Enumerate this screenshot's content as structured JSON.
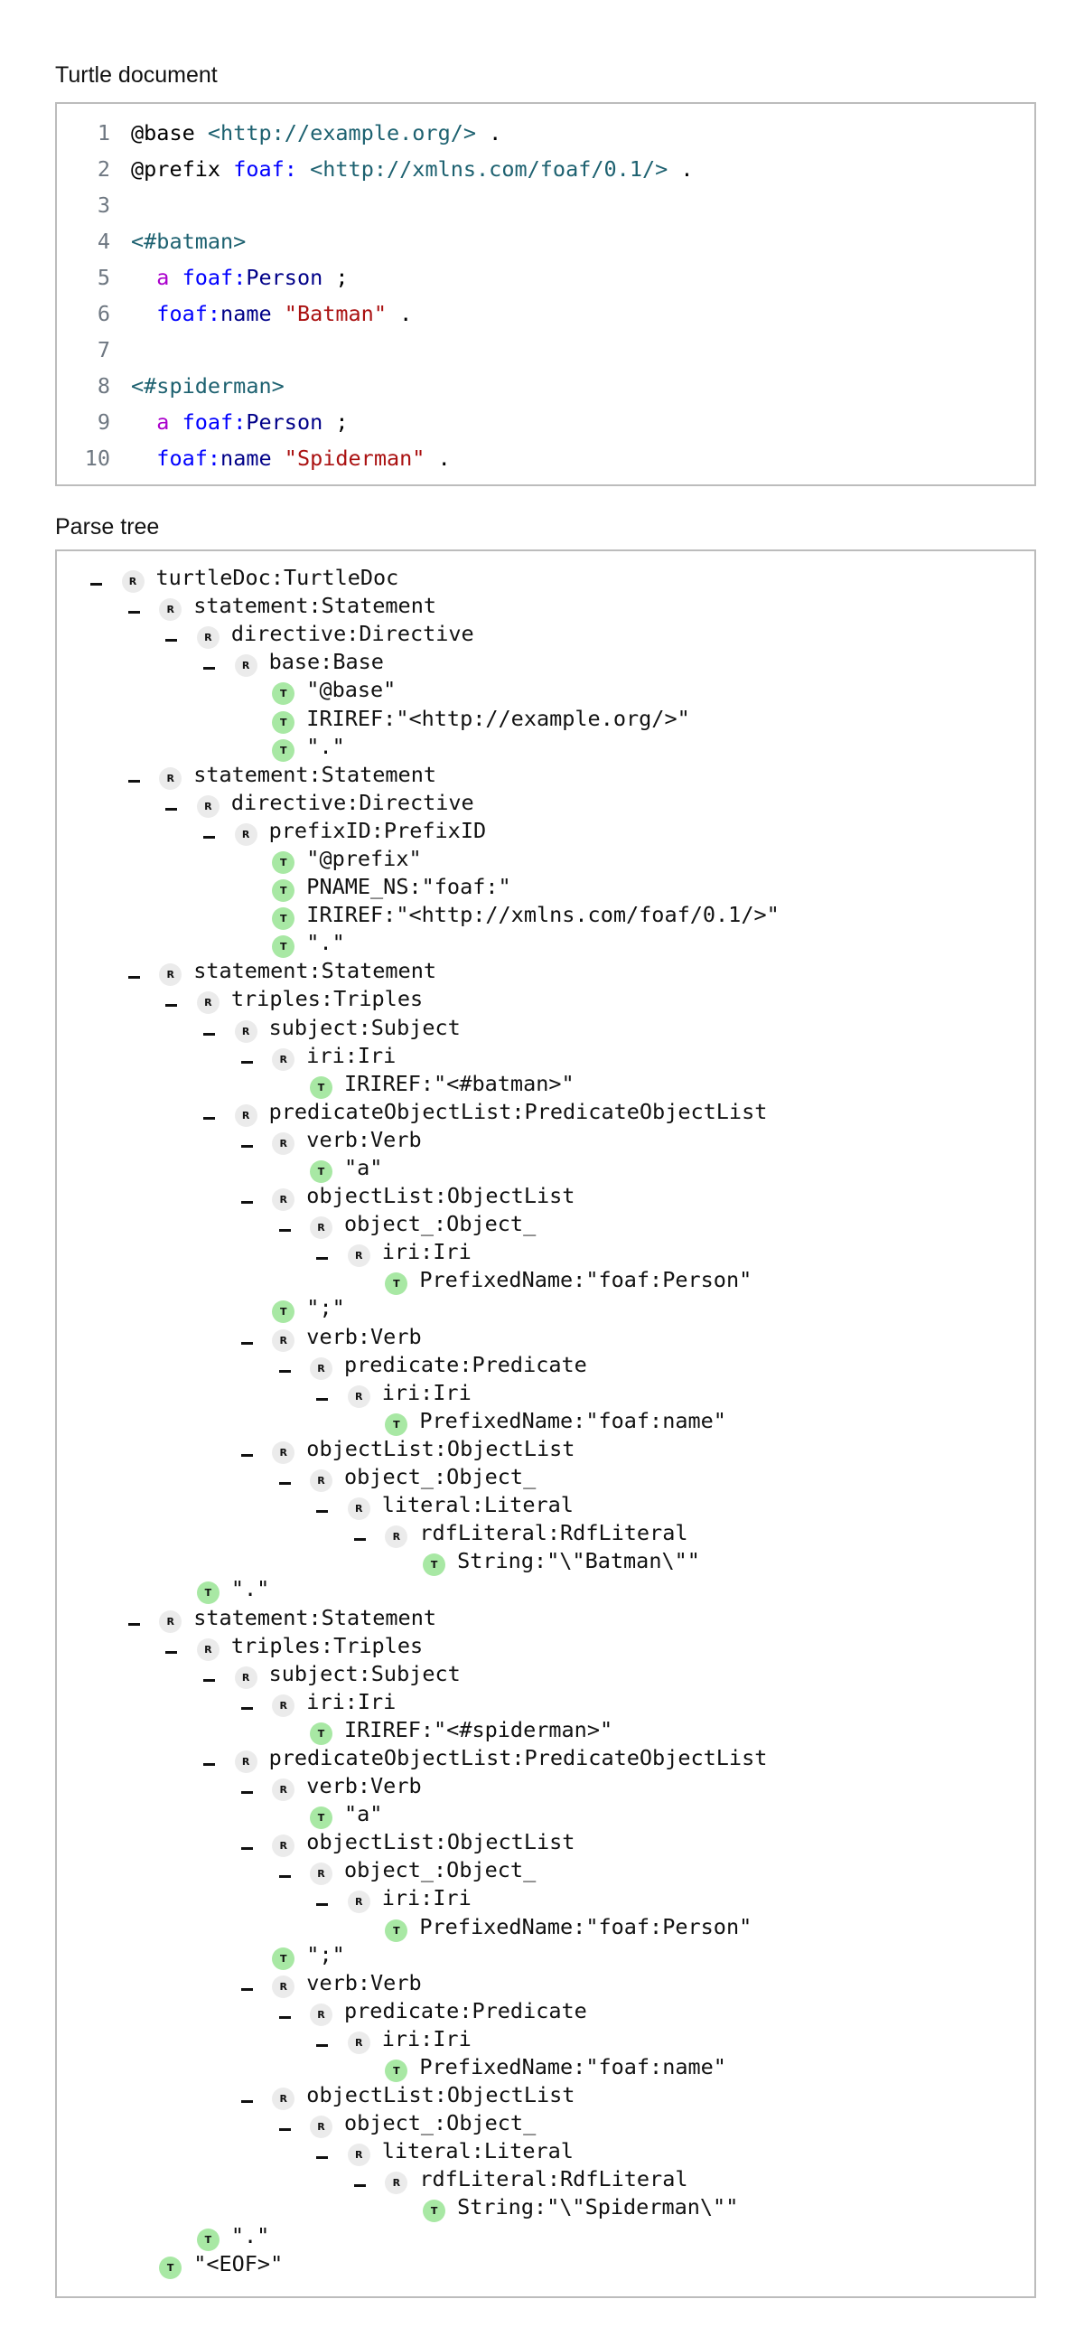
{
  "sections": {
    "turtle_title": "Turtle document",
    "tree_title": "Parse tree"
  },
  "colors": {
    "rule_badge": "#ebebeb",
    "terminal_badge": "#a8e8a4",
    "border": "#bcbcbc"
  },
  "code_lines": [
    {
      "n": "1",
      "tokens": [
        {
          "t": "@base",
          "c": "plain"
        },
        {
          "t": " ",
          "c": "plain"
        },
        {
          "t": "<http://example.org/>",
          "c": "url"
        },
        {
          "t": " .",
          "c": "plain"
        }
      ]
    },
    {
      "n": "2",
      "tokens": [
        {
          "t": "@prefix",
          "c": "plain"
        },
        {
          "t": " ",
          "c": "plain"
        },
        {
          "t": "foaf:",
          "c": "ns"
        },
        {
          "t": " ",
          "c": "plain"
        },
        {
          "t": "<http://xmlns.com/foaf/0.1/>",
          "c": "url"
        },
        {
          "t": " .",
          "c": "plain"
        }
      ]
    },
    {
      "n": "3",
      "tokens": []
    },
    {
      "n": "4",
      "tokens": [
        {
          "t": "<#batman>",
          "c": "url"
        }
      ]
    },
    {
      "n": "5",
      "tokens": [
        {
          "t": "  ",
          "c": "plain"
        },
        {
          "t": "a",
          "c": "kw"
        },
        {
          "t": " ",
          "c": "plain"
        },
        {
          "t": "foaf:",
          "c": "ns"
        },
        {
          "t": "Person",
          "c": "local"
        },
        {
          "t": " ;",
          "c": "plain"
        }
      ]
    },
    {
      "n": "6",
      "tokens": [
        {
          "t": "  ",
          "c": "plain"
        },
        {
          "t": "foaf:",
          "c": "ns"
        },
        {
          "t": "name",
          "c": "local"
        },
        {
          "t": " ",
          "c": "plain"
        },
        {
          "t": "\"Batman\"",
          "c": "str"
        },
        {
          "t": " .",
          "c": "plain"
        }
      ]
    },
    {
      "n": "7",
      "tokens": []
    },
    {
      "n": "8",
      "tokens": [
        {
          "t": "<#spiderman>",
          "c": "url"
        }
      ]
    },
    {
      "n": "9",
      "tokens": [
        {
          "t": "  ",
          "c": "plain"
        },
        {
          "t": "a",
          "c": "kw"
        },
        {
          "t": " ",
          "c": "plain"
        },
        {
          "t": "foaf:",
          "c": "ns"
        },
        {
          "t": "Person",
          "c": "local"
        },
        {
          "t": " ;",
          "c": "plain"
        }
      ]
    },
    {
      "n": "10",
      "tokens": [
        {
          "t": "  ",
          "c": "plain"
        },
        {
          "t": "foaf:",
          "c": "ns"
        },
        {
          "t": "name",
          "c": "local"
        },
        {
          "t": " ",
          "c": "plain"
        },
        {
          "t": "\"Spiderman\"",
          "c": "str"
        },
        {
          "t": " .",
          "c": "plain"
        }
      ]
    }
  ],
  "tree": [
    {
      "k": "R",
      "d": 0,
      "label": "turtleDoc:TurtleDoc"
    },
    {
      "k": "R",
      "d": 1,
      "label": "statement:Statement"
    },
    {
      "k": "R",
      "d": 2,
      "label": "directive:Directive"
    },
    {
      "k": "R",
      "d": 3,
      "label": "base:Base"
    },
    {
      "k": "T",
      "d": 4,
      "label": "\"@base\""
    },
    {
      "k": "T",
      "d": 4,
      "label": "IRIREF:\"<http://example.org/>\""
    },
    {
      "k": "T",
      "d": 4,
      "label": "\".\""
    },
    {
      "k": "R",
      "d": 1,
      "label": "statement:Statement"
    },
    {
      "k": "R",
      "d": 2,
      "label": "directive:Directive"
    },
    {
      "k": "R",
      "d": 3,
      "label": "prefixID:PrefixID"
    },
    {
      "k": "T",
      "d": 4,
      "label": "\"@prefix\""
    },
    {
      "k": "T",
      "d": 4,
      "label": "PNAME_NS:\"foaf:\""
    },
    {
      "k": "T",
      "d": 4,
      "label": "IRIREF:\"<http://xmlns.com/foaf/0.1/>\""
    },
    {
      "k": "T",
      "d": 4,
      "label": "\".\""
    },
    {
      "k": "R",
      "d": 1,
      "label": "statement:Statement"
    },
    {
      "k": "R",
      "d": 2,
      "label": "triples:Triples"
    },
    {
      "k": "R",
      "d": 3,
      "label": "subject:Subject"
    },
    {
      "k": "R",
      "d": 4,
      "label": "iri:Iri"
    },
    {
      "k": "T",
      "d": 5,
      "label": "IRIREF:\"<#batman>\""
    },
    {
      "k": "R",
      "d": 3,
      "label": "predicateObjectList:PredicateObjectList"
    },
    {
      "k": "R",
      "d": 4,
      "label": "verb:Verb"
    },
    {
      "k": "T",
      "d": 5,
      "label": "\"a\""
    },
    {
      "k": "R",
      "d": 4,
      "label": "objectList:ObjectList"
    },
    {
      "k": "R",
      "d": 5,
      "label": "object_:Object_"
    },
    {
      "k": "R",
      "d": 6,
      "label": "iri:Iri"
    },
    {
      "k": "T",
      "d": 7,
      "label": "PrefixedName:\"foaf:Person\""
    },
    {
      "k": "T",
      "d": 4,
      "label": "\";\""
    },
    {
      "k": "R",
      "d": 4,
      "label": "verb:Verb"
    },
    {
      "k": "R",
      "d": 5,
      "label": "predicate:Predicate"
    },
    {
      "k": "R",
      "d": 6,
      "label": "iri:Iri"
    },
    {
      "k": "T",
      "d": 7,
      "label": "PrefixedName:\"foaf:name\""
    },
    {
      "k": "R",
      "d": 4,
      "label": "objectList:ObjectList"
    },
    {
      "k": "R",
      "d": 5,
      "label": "object_:Object_"
    },
    {
      "k": "R",
      "d": 6,
      "label": "literal:Literal"
    },
    {
      "k": "R",
      "d": 7,
      "label": "rdfLiteral:RdfLiteral"
    },
    {
      "k": "T",
      "d": 8,
      "label": "String:\"\\\"Batman\\\"\""
    },
    {
      "k": "T",
      "d": 2,
      "label": "\".\""
    },
    {
      "k": "R",
      "d": 1,
      "label": "statement:Statement"
    },
    {
      "k": "R",
      "d": 2,
      "label": "triples:Triples"
    },
    {
      "k": "R",
      "d": 3,
      "label": "subject:Subject"
    },
    {
      "k": "R",
      "d": 4,
      "label": "iri:Iri"
    },
    {
      "k": "T",
      "d": 5,
      "label": "IRIREF:\"<#spiderman>\""
    },
    {
      "k": "R",
      "d": 3,
      "label": "predicateObjectList:PredicateObjectList"
    },
    {
      "k": "R",
      "d": 4,
      "label": "verb:Verb"
    },
    {
      "k": "T",
      "d": 5,
      "label": "\"a\""
    },
    {
      "k": "R",
      "d": 4,
      "label": "objectList:ObjectList"
    },
    {
      "k": "R",
      "d": 5,
      "label": "object_:Object_"
    },
    {
      "k": "R",
      "d": 6,
      "label": "iri:Iri"
    },
    {
      "k": "T",
      "d": 7,
      "label": "PrefixedName:\"foaf:Person\""
    },
    {
      "k": "T",
      "d": 4,
      "label": "\";\""
    },
    {
      "k": "R",
      "d": 4,
      "label": "verb:Verb"
    },
    {
      "k": "R",
      "d": 5,
      "label": "predicate:Predicate"
    },
    {
      "k": "R",
      "d": 6,
      "label": "iri:Iri"
    },
    {
      "k": "T",
      "d": 7,
      "label": "PrefixedName:\"foaf:name\""
    },
    {
      "k": "R",
      "d": 4,
      "label": "objectList:ObjectList"
    },
    {
      "k": "R",
      "d": 5,
      "label": "object_:Object_"
    },
    {
      "k": "R",
      "d": 6,
      "label": "literal:Literal"
    },
    {
      "k": "R",
      "d": 7,
      "label": "rdfLiteral:RdfLiteral"
    },
    {
      "k": "T",
      "d": 8,
      "label": "String:\"\\\"Spiderman\\\"\""
    },
    {
      "k": "T",
      "d": 2,
      "label": "\".\""
    },
    {
      "k": "T",
      "d": 1,
      "label": "\"<EOF>\""
    }
  ]
}
